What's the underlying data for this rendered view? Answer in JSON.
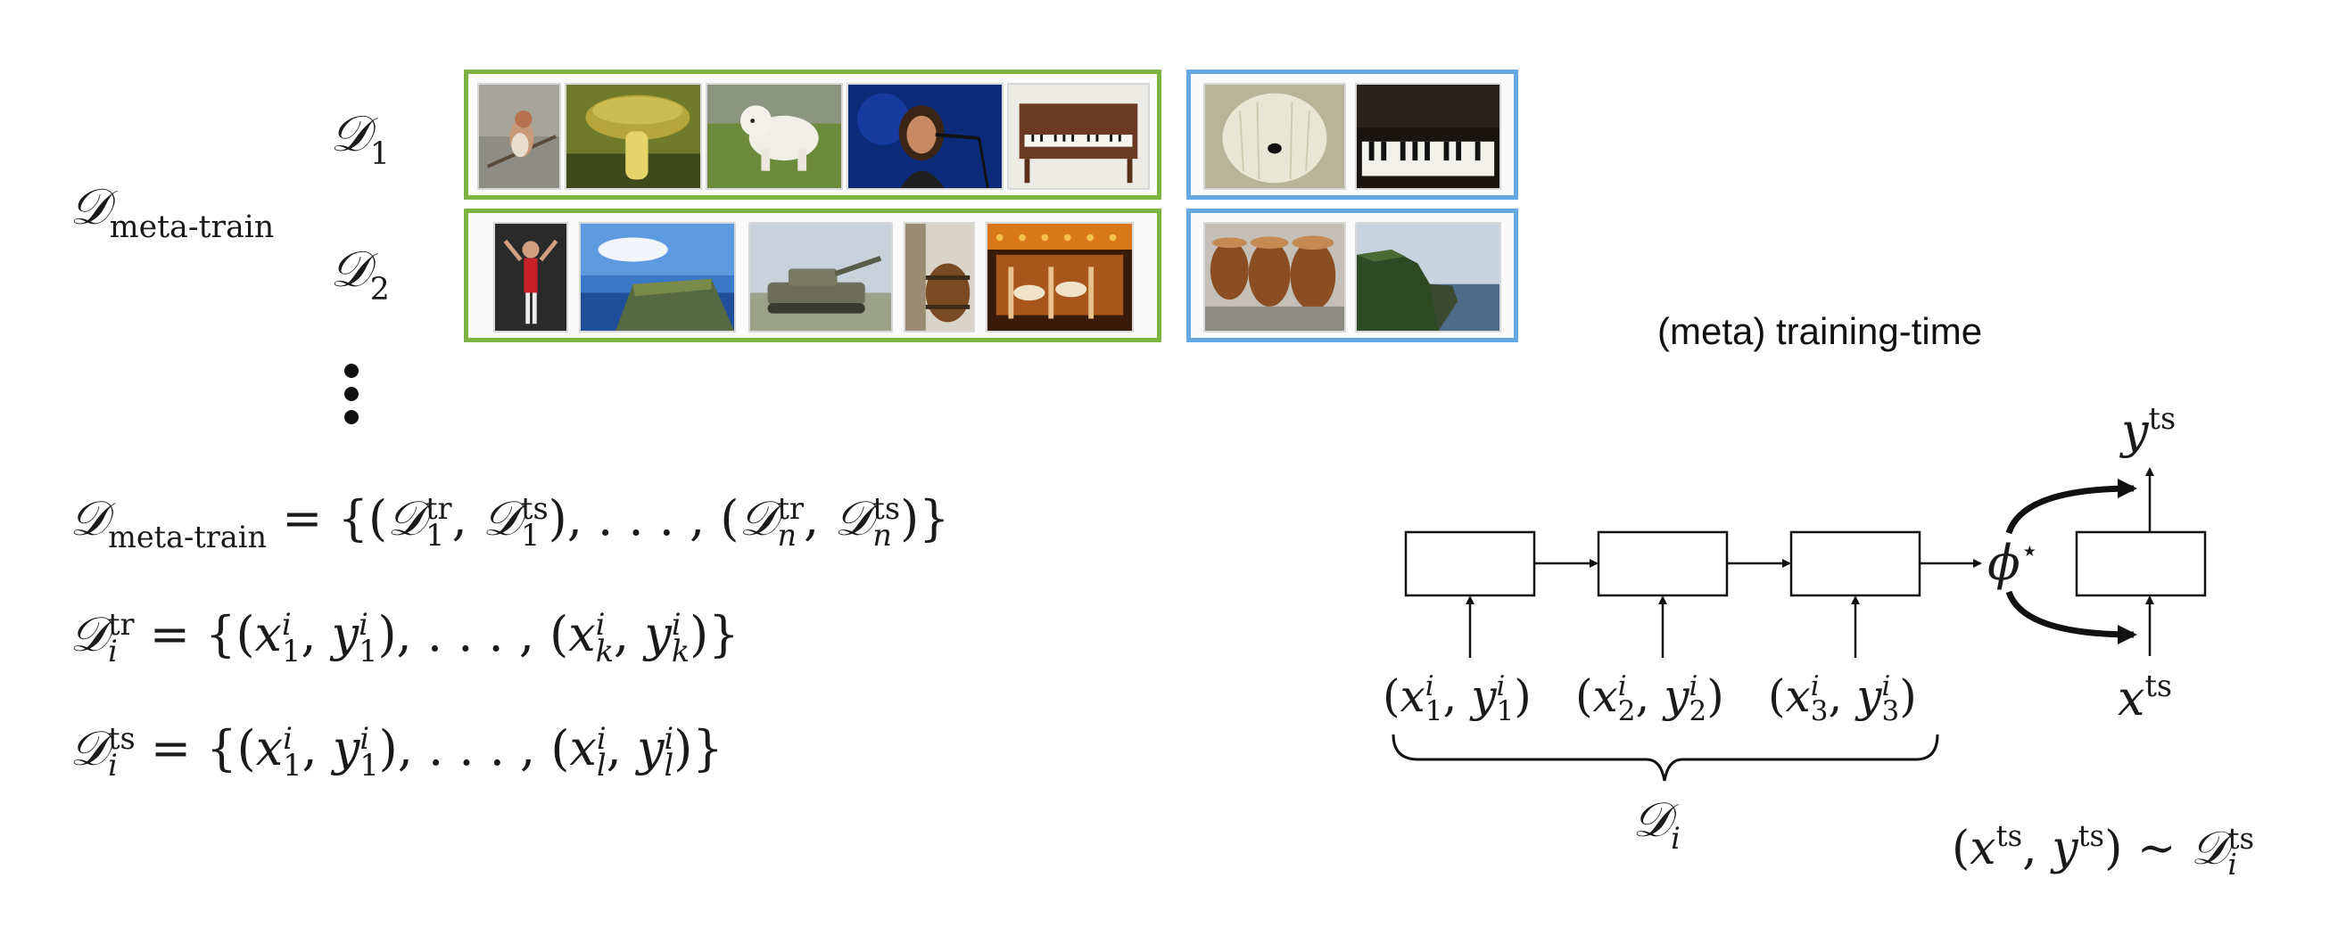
{
  "left": {
    "dataset_label": "𝒟",
    "dataset_label_sub": "meta-train",
    "task1_label": "𝒟",
    "task1_sub": "1",
    "task2_label": "𝒟",
    "task2_sub": "2",
    "ellipsis": "⋮"
  },
  "images": {
    "colors": {
      "train_border": "#7cb342",
      "test_border": "#64a8e8"
    },
    "row1_train": [
      "bird",
      "mushroom",
      "white-dog",
      "singer",
      "piano"
    ],
    "row1_test": [
      "shaggy-dog",
      "piano-keys"
    ],
    "row2_train": [
      "gymnast",
      "cliff",
      "tank",
      "barrel",
      "carousel"
    ],
    "row2_test": [
      "barrels",
      "cliffs"
    ]
  },
  "equations": {
    "eq1": {
      "lhs": "𝒟",
      "lhs_sub": "meta-train",
      "rhs_open": " = {(",
      "d": "𝒟",
      "tr": "tr",
      "ts": "ts",
      "one": "1",
      "n": "n",
      "comma": ", ",
      "close_pair": ")",
      "mid": "), . . . , (",
      "end": ")}"
    },
    "eq2": {
      "lhs": "𝒟",
      "sup": "tr",
      "sub": "i",
      "rhs": " = {(",
      "x": "x",
      "y": "y",
      "i": "i",
      "one": "1",
      "last": "k",
      "mid": "), . . . , (",
      "end": ")}"
    },
    "eq3": {
      "lhs": "𝒟",
      "sup": "ts",
      "sub": "i",
      "rhs": " = {(",
      "x": "x",
      "y": "y",
      "i": "i",
      "one": "1",
      "last": "l",
      "mid": "), . . . , (",
      "end": ")}"
    }
  },
  "diagram": {
    "title": "(meta) training-time",
    "phi": "ϕ",
    "phi_star": "⋆",
    "y_ts": "y",
    "x_ts": "x",
    "ts_sup": "ts",
    "inputs": [
      {
        "x": "x",
        "y": "y",
        "sup": "i",
        "sub": "1"
      },
      {
        "x": "x",
        "y": "y",
        "sup": "i",
        "sub": "2"
      },
      {
        "x": "x",
        "y": "y",
        "sup": "i",
        "sub": "3"
      }
    ],
    "brace_label": "𝒟",
    "brace_sub": "i",
    "bottom_formula": {
      "x": "x",
      "y": "y",
      "ts": "ts",
      "sim": "∼",
      "D": "𝒟",
      "i": "i"
    }
  }
}
